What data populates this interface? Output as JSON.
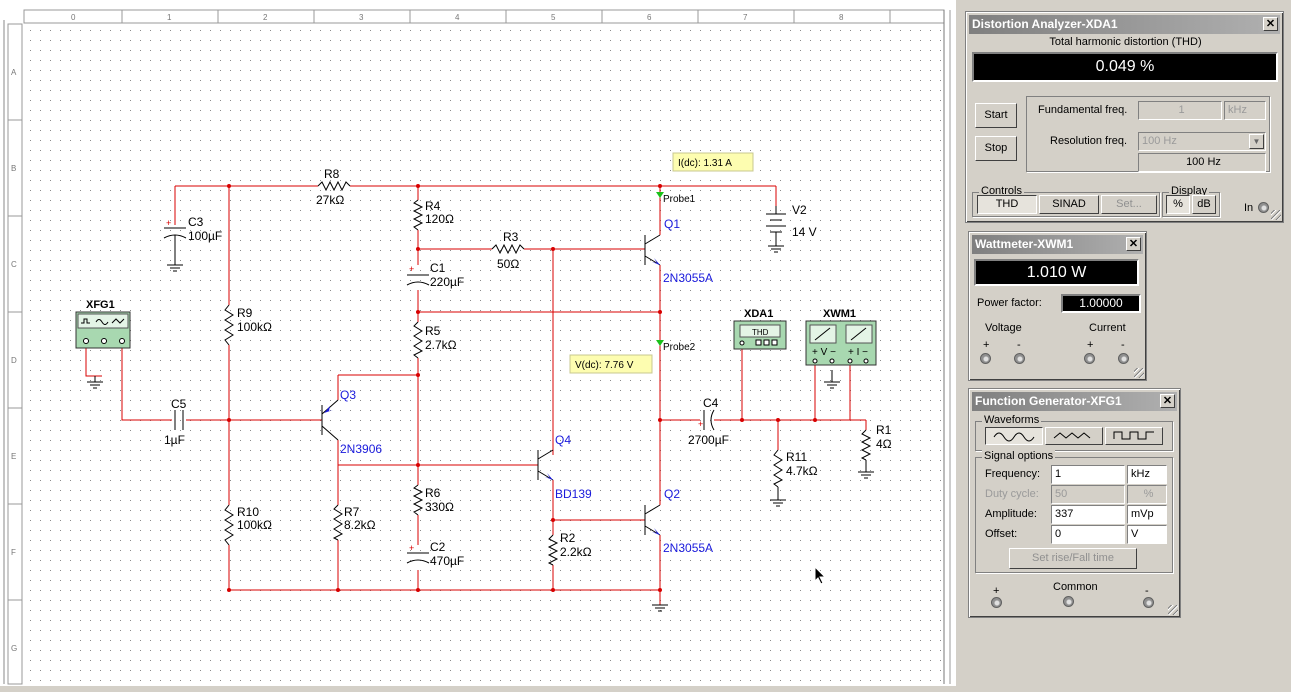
{
  "ruler": {
    "columns": [
      "0",
      "1",
      "2",
      "3",
      "4",
      "5",
      "6",
      "7",
      "8"
    ],
    "rows": [
      "A",
      "B",
      "C",
      "D",
      "E",
      "F",
      "G"
    ]
  },
  "schematic": {
    "components": {
      "r8": {
        "ref": "R8",
        "value": "27kΩ"
      },
      "c3": {
        "ref": "C3",
        "value": "100µF"
      },
      "r4": {
        "ref": "R4",
        "value": "120Ω"
      },
      "r3": {
        "ref": "R3",
        "value": "50Ω"
      },
      "c1": {
        "ref": "C1",
        "value": "220µF"
      },
      "r5": {
        "ref": "R5",
        "value": "2.7kΩ"
      },
      "r9": {
        "ref": "R9",
        "value": "100kΩ"
      },
      "c5": {
        "ref": "C5",
        "value": "1µF"
      },
      "q3": {
        "ref": "Q3",
        "value": "2N3906"
      },
      "r7": {
        "ref": "R7",
        "value": "8.2kΩ"
      },
      "r10": {
        "ref": "R10",
        "value": "100kΩ"
      },
      "r6": {
        "ref": "R6",
        "value": "330Ω"
      },
      "c2": {
        "ref": "C2",
        "value": "470µF"
      },
      "q4": {
        "ref": "Q4",
        "value": "BD139"
      },
      "r2": {
        "ref": "R2",
        "value": "2.2kΩ"
      },
      "q1": {
        "ref": "Q1",
        "value": "2N3055A"
      },
      "q2": {
        "ref": "Q2",
        "value": "2N3055A"
      },
      "v2": {
        "ref": "V2",
        "value": "14 V"
      },
      "c4": {
        "ref": "C4",
        "value": "2700µF"
      },
      "r11": {
        "ref": "R11",
        "value": "4.7kΩ"
      },
      "r1": {
        "ref": "R1",
        "value": "4Ω"
      }
    },
    "instruments": {
      "xfg1": "XFG1",
      "xda1": "XDA1",
      "xda1_screen": "THD",
      "xwm1": "XWM1"
    },
    "probes": {
      "probe1": {
        "name": "Probe1",
        "reading": "I(dc): 1.31 A"
      },
      "probe2": {
        "name": "Probe2",
        "reading": "V(dc): 7.76 V"
      }
    },
    "colors": {
      "wire": "#d80000",
      "part": "#000000",
      "partname": "#1a1adc",
      "probe_box": "#fdfdb0"
    }
  },
  "distortion_analyzer": {
    "title": "Distortion Analyzer-XDA1",
    "caption": "Total harmonic distortion (THD)",
    "reading": "0.049 %",
    "start_label": "Start",
    "stop_label": "Stop",
    "fundamental_label": "Fundamental freq.",
    "fundamental_value": "1",
    "fundamental_unit": "kHz",
    "resolution_label": "Resolution freq.",
    "resolution_select": "100 Hz",
    "resolution_display": "100 Hz",
    "controls_label": "Controls",
    "thd_label": "THD",
    "sinad_label": "SINAD",
    "set_label": "Set...",
    "display_label": "Display",
    "percent_label": "%",
    "db_label": "dB",
    "in_label": "In"
  },
  "wattmeter": {
    "title": "Wattmeter-XWM1",
    "reading": "1.010 W",
    "power_factor_label": "Power factor:",
    "power_factor_value": "1.00000",
    "voltage_label": "Voltage",
    "current_label": "Current",
    "plus": "+",
    "minus": "-"
  },
  "function_generator": {
    "title": "Function Generator-XFG1",
    "waveforms_label": "Waveforms",
    "signal_options_label": "Signal options",
    "frequency_label": "Frequency:",
    "frequency_value": "1",
    "frequency_unit": "kHz",
    "duty_label": "Duty cycle:",
    "duty_value": "50",
    "duty_unit": "%",
    "amplitude_label": "Amplitude:",
    "amplitude_value": "337",
    "amplitude_unit": "mVp",
    "offset_label": "Offset:",
    "offset_value": "0",
    "offset_unit": "V",
    "rise_fall_label": "Set rise/Fall time",
    "plus": "+",
    "common_label": "Common",
    "minus": "-"
  }
}
